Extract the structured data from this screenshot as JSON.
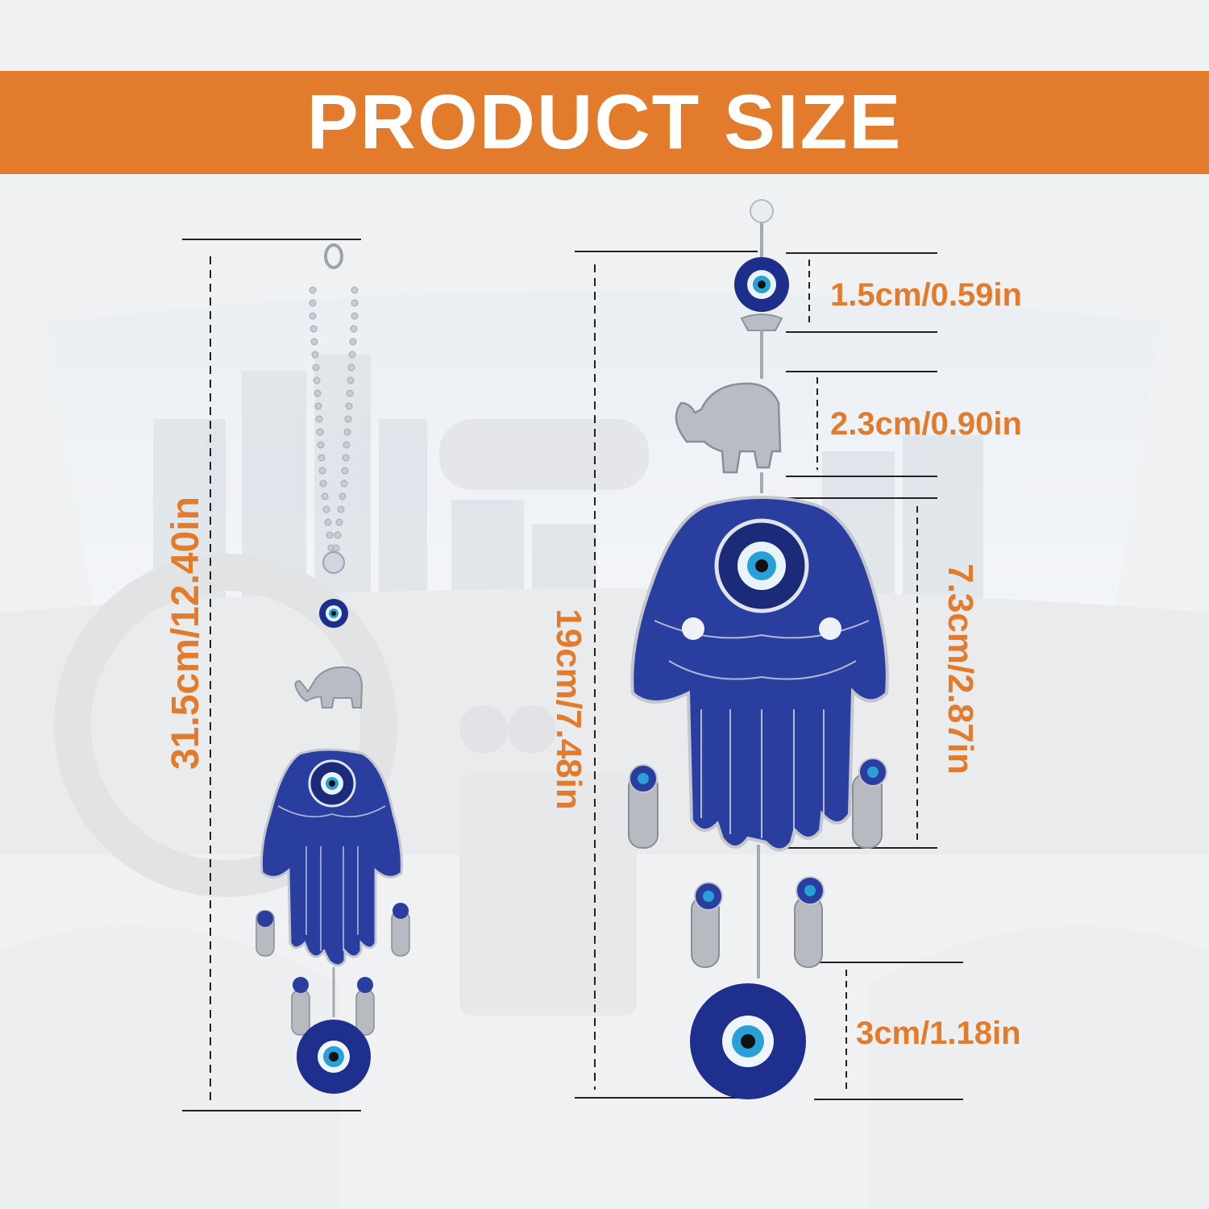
{
  "banner": {
    "title": "PRODUCT SIZE"
  },
  "dimensions": {
    "overall_length": "31.5cm/12.40in",
    "pendant_length": "19cm/7.48in",
    "bead": "1.5cm/0.59in",
    "elephant": "2.3cm/0.90in",
    "hamsa": "7.3cm/2.87in",
    "evil_eye": "3cm/1.18in"
  },
  "colors": {
    "accent": "#e27b2c",
    "charm_blue": "#2a3ea0",
    "silver": "#b9bcc4"
  }
}
